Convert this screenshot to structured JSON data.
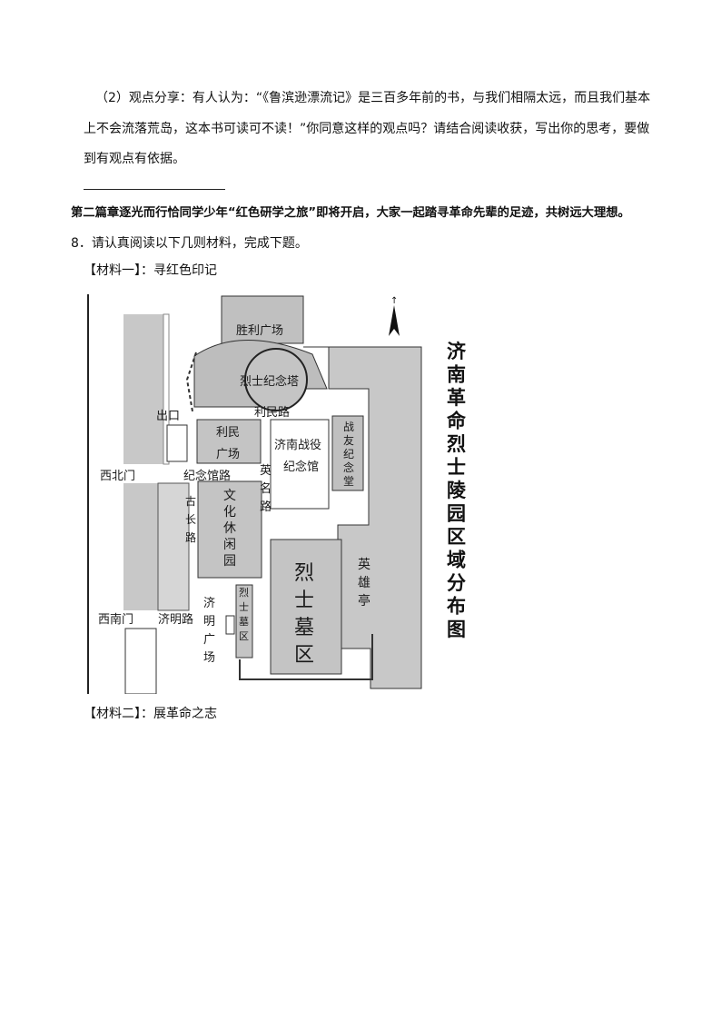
{
  "question_part2": {
    "line1": "（2）观点分享：有人认为：“《鲁滨逊漂流记》是三百多年前的书，与我们相隔太远，而且我们基本",
    "line2": "上不会流落荒岛，这本书可读可不读！”你同意这样的观点吗？请结合阅读收获，写出你的思考，要做",
    "line3": "到有观点有依据。"
  },
  "section2_intro": "第二篇章逐光而行恰同学少年“红色研学之旅”即将开启，大家一起踏寻革命先辈的足迹，共树远大理想。",
  "q8": {
    "stem": "8．请认真阅读以下几则材料，完成下题。",
    "material1": "【材料一】：寻红色印记",
    "material2": "【材料二】：展革命之志"
  },
  "map": {
    "title_chars": [
      "济",
      "南",
      "革",
      "命",
      "烈",
      "士",
      "陵",
      "园",
      "区",
      "域",
      "分",
      "布",
      "图"
    ],
    "labels": {
      "victory_square": "胜利广场",
      "martyr_monument": "烈士纪念塔",
      "exit": "出口",
      "limin_road": "利民路",
      "limin_square_1": "利民",
      "limin_square_2": "广场",
      "jinan_campaign_1": "济南战役",
      "jinan_campaign_2": "纪念馆",
      "comrade_hall": [
        "战",
        "友",
        "纪",
        "念",
        "堂"
      ],
      "northwest_gate": "西北门",
      "memorial_road": "纪念馆路",
      "yingming_road": [
        "英",
        "名",
        "路"
      ],
      "culture_park": [
        "文",
        "化",
        "休",
        "闲",
        "园"
      ],
      "gushan_road": [
        "古",
        "长",
        "路"
      ],
      "martyr_cemetery": [
        "烈",
        "士",
        "墓",
        "区"
      ],
      "hero_pavilion": [
        "英",
        "雄",
        "亭"
      ],
      "southwest_gate": "西南门",
      "jiming_road": "济明路",
      "jiming_square": [
        "济",
        "明",
        "广",
        "场"
      ],
      "martyr_tomb_small": [
        "烈",
        "士",
        "墓",
        "区"
      ]
    }
  }
}
